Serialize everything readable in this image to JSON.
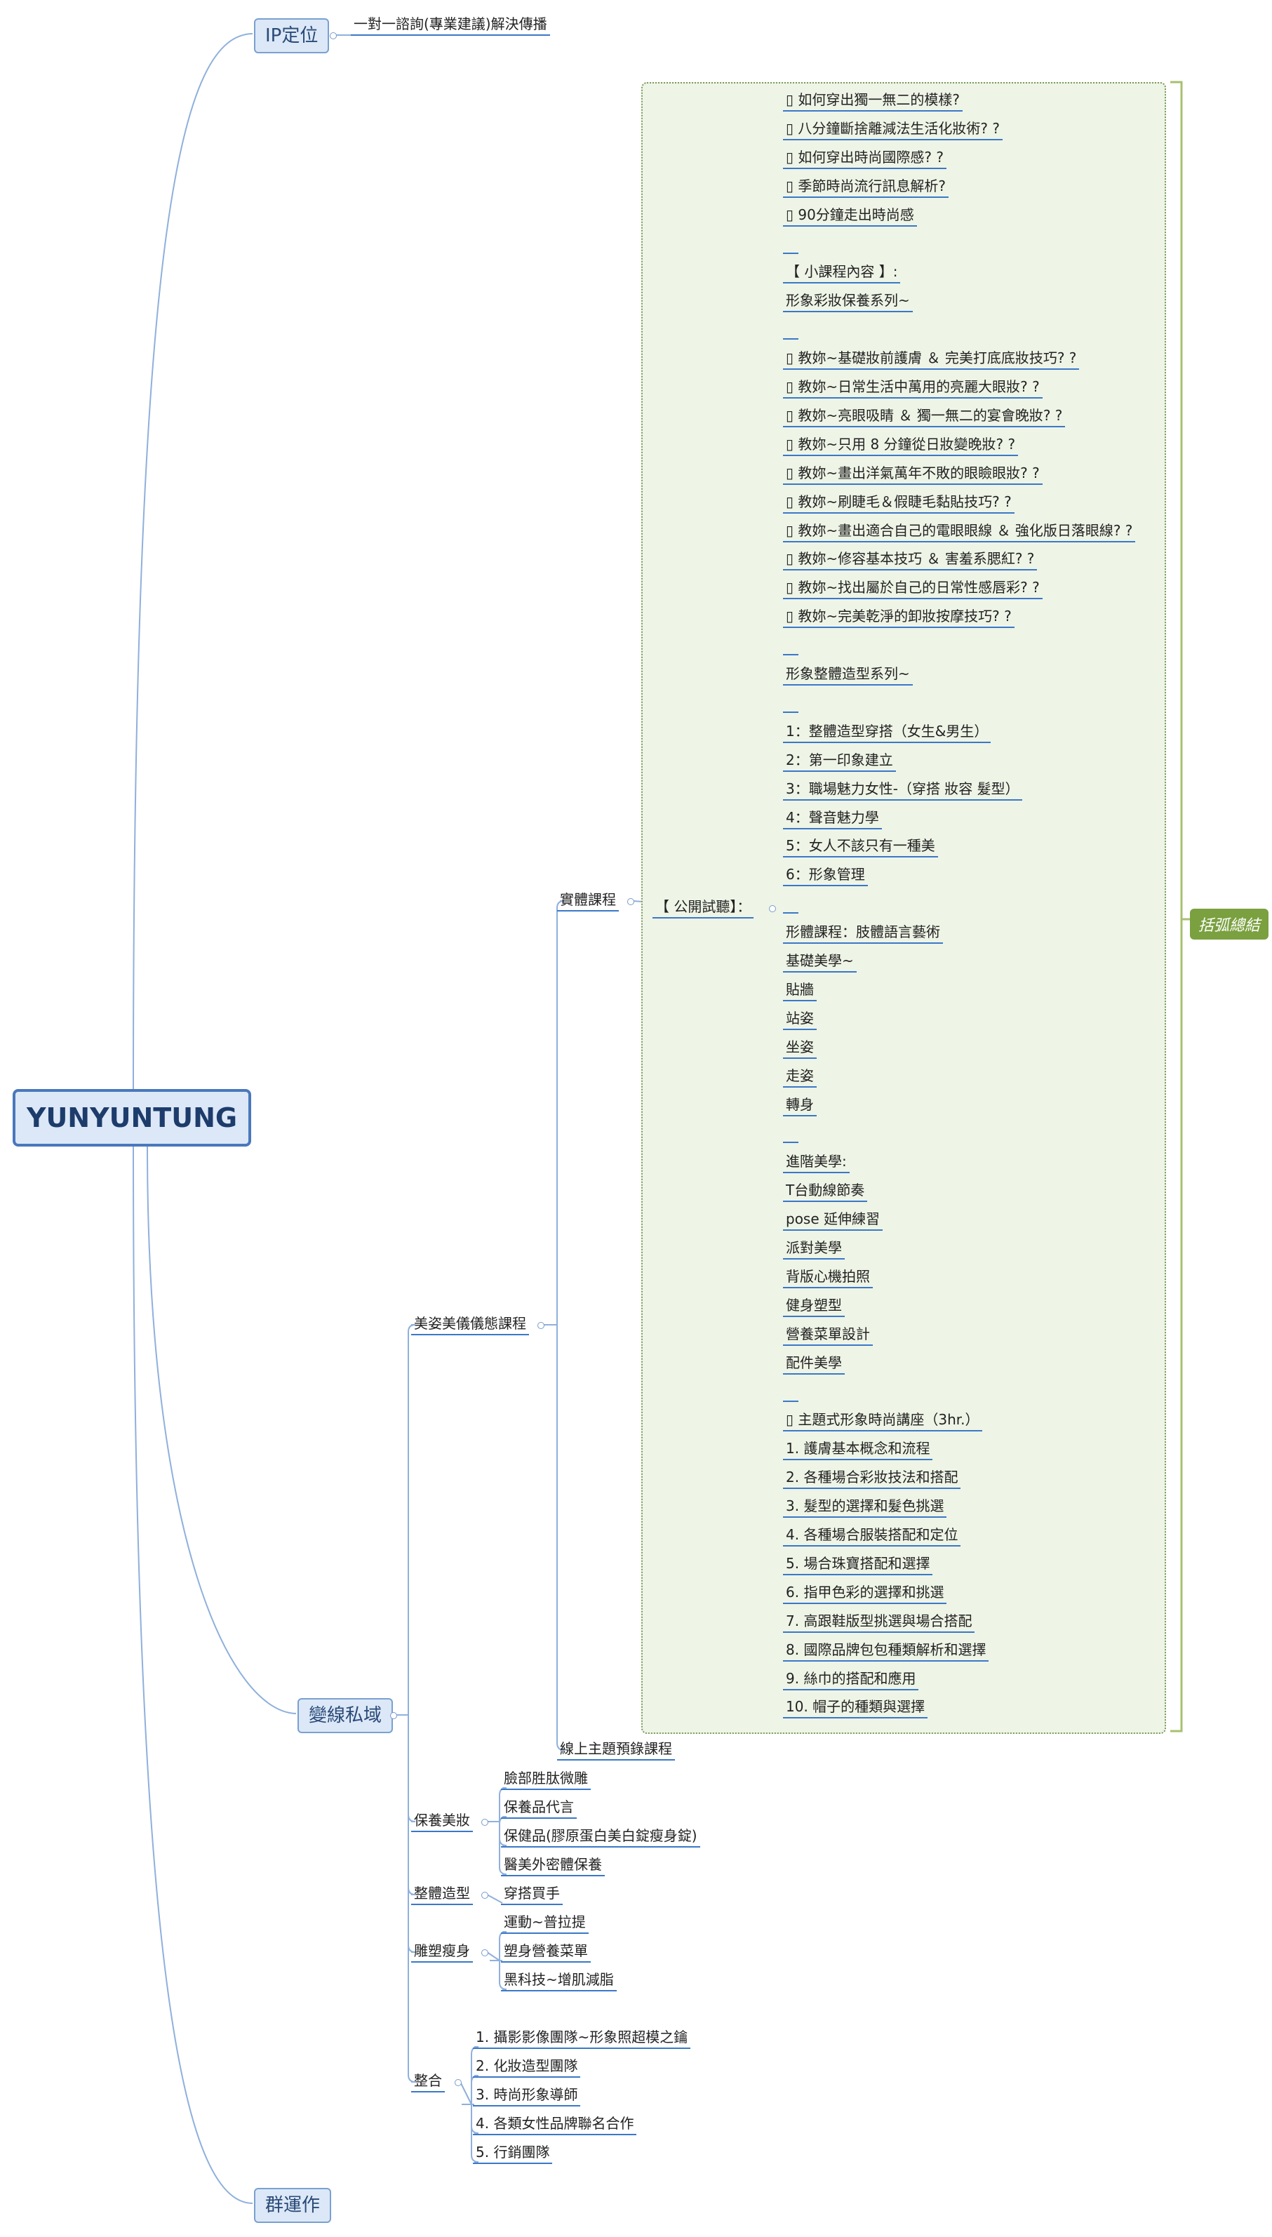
{
  "root": {
    "label": "YUNYUNTUNG"
  },
  "branches": {
    "ip": {
      "label": "IP定位",
      "child": "一對一諮詢(專業建議)解決傳播"
    },
    "line": {
      "label": "變線私域"
    },
    "group": {
      "label": "群運作"
    }
  },
  "course": {
    "label": "美姿美儀儀態課程",
    "physical": "實體課程",
    "public": "【 公開試聽】：",
    "online": "線上主題預錄課程",
    "summary": "括弧總結"
  },
  "lessons": [
    "▯ 如何穿出獨一無二的模樣?",
    "▯ 八分鐘斷捨離減法生活化妝術? ?",
    "▯ 如何穿出時尚國際感? ?",
    "▯ 季節時尚流行訊息解析? ",
    "▯ 90分鐘走出時尚感",
    "",
    "【 小課程內容 】:",
    "形象彩妝保養系列~",
    "",
    "▯ 教妳~基礎妝前護膚 ＆ 完美打底底妝技巧? ?",
    "▯ 教妳~日常生活中萬用的亮麗大眼妝? ?",
    "▯ 教妳~亮眼吸睛 ＆ 獨一無二的宴會晚妝? ?",
    "▯ 教妳~只用 8 分鐘從日妝變晚妝? ?",
    "▯ 教妳~畫出洋氣萬年不敗的眼瞼眼妝? ?",
    "▯ 教妳~刷睫毛＆假睫毛黏貼技巧? ?",
    "▯ 教妳~畫出適合自己的電眼眼線 ＆ 強化版日落眼線? ?",
    "▯ 教妳~修容基本技巧 ＆ 害羞系腮紅? ?",
    "▯ 教妳~找出屬於自己的日常性感唇彩? ?",
    "▯ 教妳~完美乾淨的卸妝按摩技巧? ?",
    "",
    "形象整體造型系列~",
    "",
    "1：整體造型穿搭（女生&男生）",
    "2：第一印象建立",
    "3：職場魅力女性-（穿搭 妝容 髮型）",
    "4：聲音魅力學",
    "5：女人不該只有一種美",
    "6：形象管理",
    "",
    "形體課程：肢體語言藝術",
    "基礎美學~",
    "貼牆",
    "站姿",
    "坐姿",
    "走姿",
    "轉身",
    "",
    "進階美學:",
    "T台動線節奏",
    "pose 延伸練習",
    "派對美學",
    "背版心機拍照",
    "健身塑型",
    "營養菜單設計",
    "配件美學",
    "",
    "▯ 主題式形象時尚講座（3hr.）",
    "1. 護膚基本概念和流程",
    "2. 各種場合彩妝技法和搭配",
    "3. 髮型的選擇和髮色挑選",
    "4. 各種場合服裝搭配和定位",
    "5. 場合珠寶搭配和選擇",
    "6. 指甲色彩的選擇和挑選",
    "7. 高跟鞋版型挑選與場合搭配",
    "8. 國際品牌包包種類解析和選擇",
    "9. 絲巾的搭配和應用",
    "10. 帽子的種類與選擇"
  ],
  "care": {
    "label": "保養美妝",
    "items": [
      "臉部胜肽微雕",
      "保養品代言",
      "保健品(膠原蛋白美白錠瘦身錠)",
      "醫美外密體保養"
    ]
  },
  "styling": {
    "label": "整體造型",
    "items": [
      "穿搭買手"
    ]
  },
  "sculpt": {
    "label": "雕塑瘦身",
    "items": [
      "運動~普拉提",
      "塑身營養菜單",
      "黑科技~增肌減脂"
    ]
  },
  "integrate": {
    "label": "整合",
    "items": [
      "1. 攝影影像團隊~形象照超模之鑰",
      "2. 化妝造型團隊",
      "3. 時尚形象導師",
      "4. 各類女性品牌聯名合作",
      "5. 行銷團隊"
    ]
  }
}
